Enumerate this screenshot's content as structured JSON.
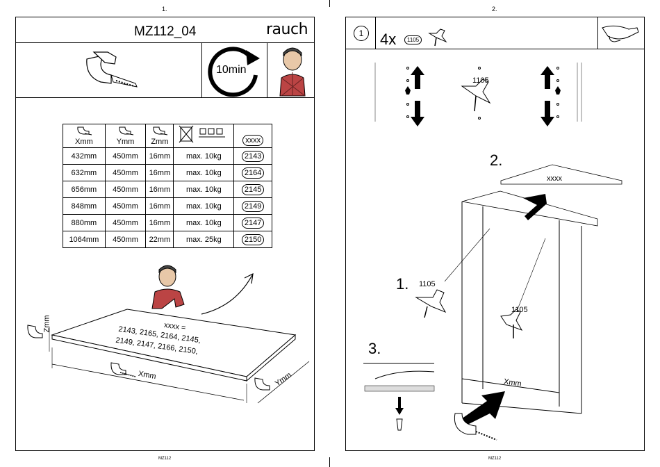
{
  "page1": {
    "page_number": "1.",
    "model": "MZ112_04",
    "brand": "rauch",
    "time": "10min",
    "footer": "MZ112",
    "table": {
      "headers": [
        "Xmm",
        "Ymm",
        "Zmm",
        "",
        "xxxx"
      ],
      "rows": [
        [
          "432mm",
          "450mm",
          "16mm",
          "max. 10kg",
          "2143"
        ],
        [
          "632mm",
          "450mm",
          "16mm",
          "max. 10kg",
          "2164"
        ],
        [
          "656mm",
          "450mm",
          "16mm",
          "max. 10kg",
          "2145"
        ],
        [
          "848mm",
          "450mm",
          "16mm",
          "max. 10kg",
          "2149"
        ],
        [
          "880mm",
          "450mm",
          "16mm",
          "max. 10kg",
          "2147"
        ],
        [
          "1064mm",
          "450mm",
          "22mm",
          "max. 25kg",
          "2150"
        ]
      ]
    },
    "board": {
      "xxxx_line1": "xxxx =",
      "xxxx_line2": "2143, 2165, 2164, 2145,",
      "xxxx_line3": "2149, 2147, 2166, 2150,",
      "label_x": "Xmm",
      "label_y": "Ymm",
      "label_z": "Zmm"
    }
  },
  "page2": {
    "page_number": "2.",
    "step": "1",
    "quantity": "4x",
    "part_code": "1105",
    "footer": "MZ112",
    "labels": {
      "part_top": "1105",
      "step2": "2.",
      "shelf": "xxxx",
      "step1": "1.",
      "part_left": "1105",
      "part_right": "1105",
      "step3": "3.",
      "xmm": "Xmm"
    }
  }
}
